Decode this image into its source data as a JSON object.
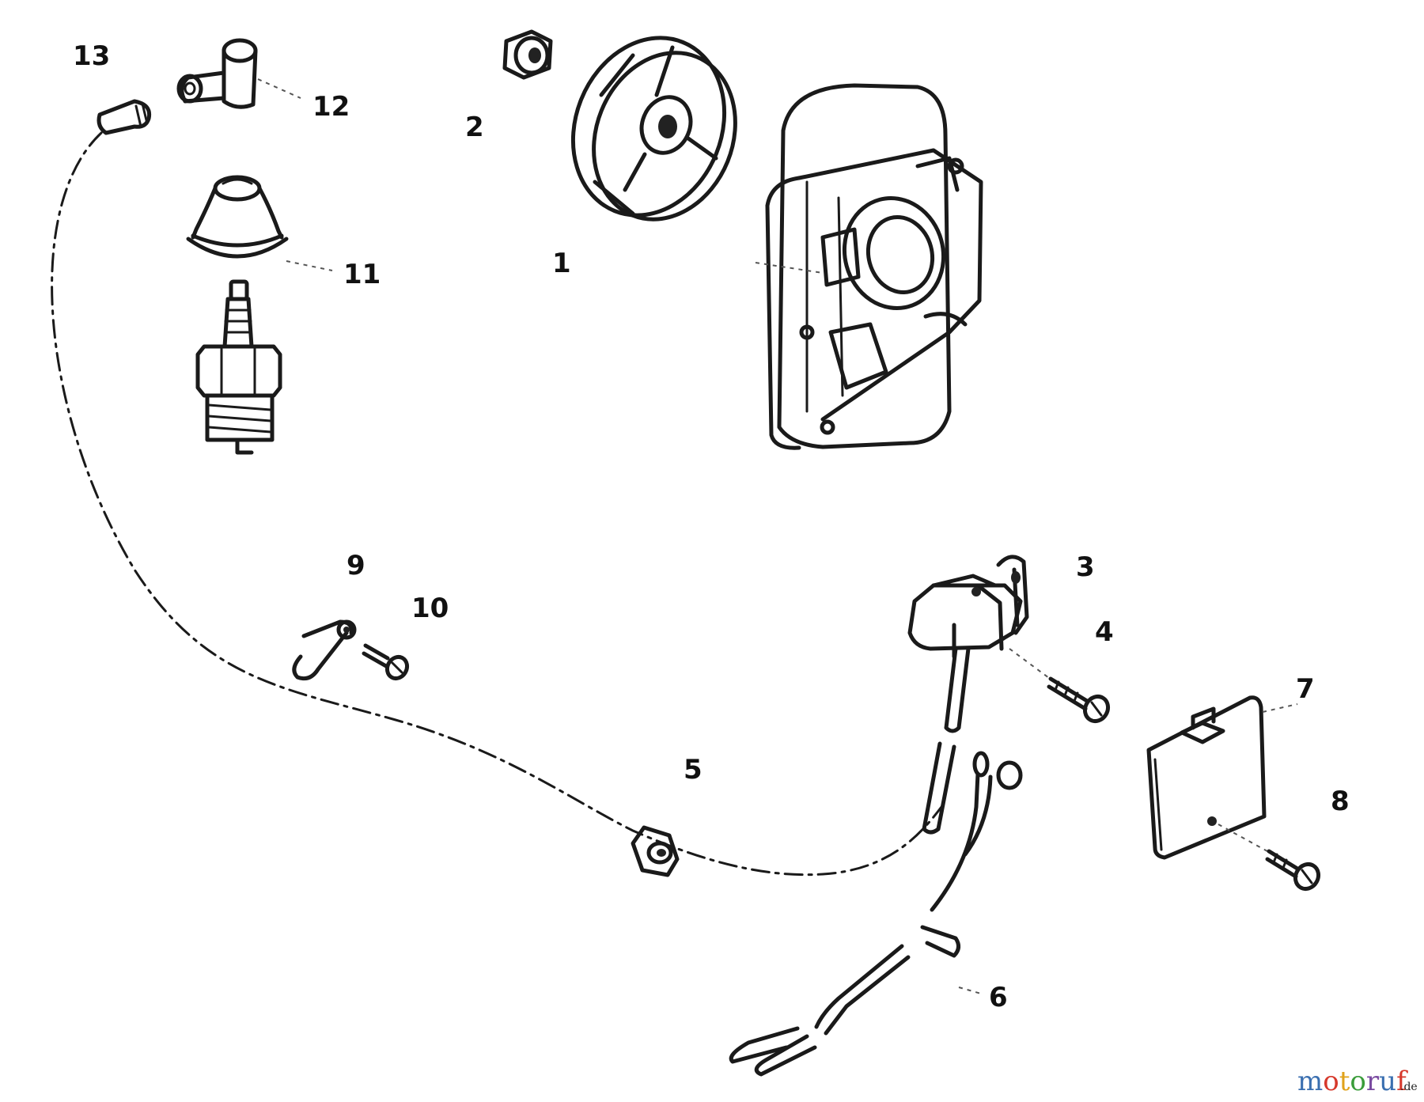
{
  "labels": {
    "l1": "1",
    "l2": "2",
    "l3": "3",
    "l4": "4",
    "l5": "5",
    "l6": "6",
    "l7": "7",
    "l8": "8",
    "l9": "9",
    "l10": "10",
    "l11": "11",
    "l12": "12",
    "l13": "13"
  },
  "watermark": {
    "letters": [
      "m",
      "o",
      "t",
      "o",
      "r",
      "u",
      "f"
    ],
    "letter_colors": [
      "#3a6fb0",
      "#d6382b",
      "#e0a21a",
      "#3a9c3a",
      "#7a4aa0",
      "#3a6fb0",
      "#d6382b"
    ],
    "suffix": ".de"
  }
}
